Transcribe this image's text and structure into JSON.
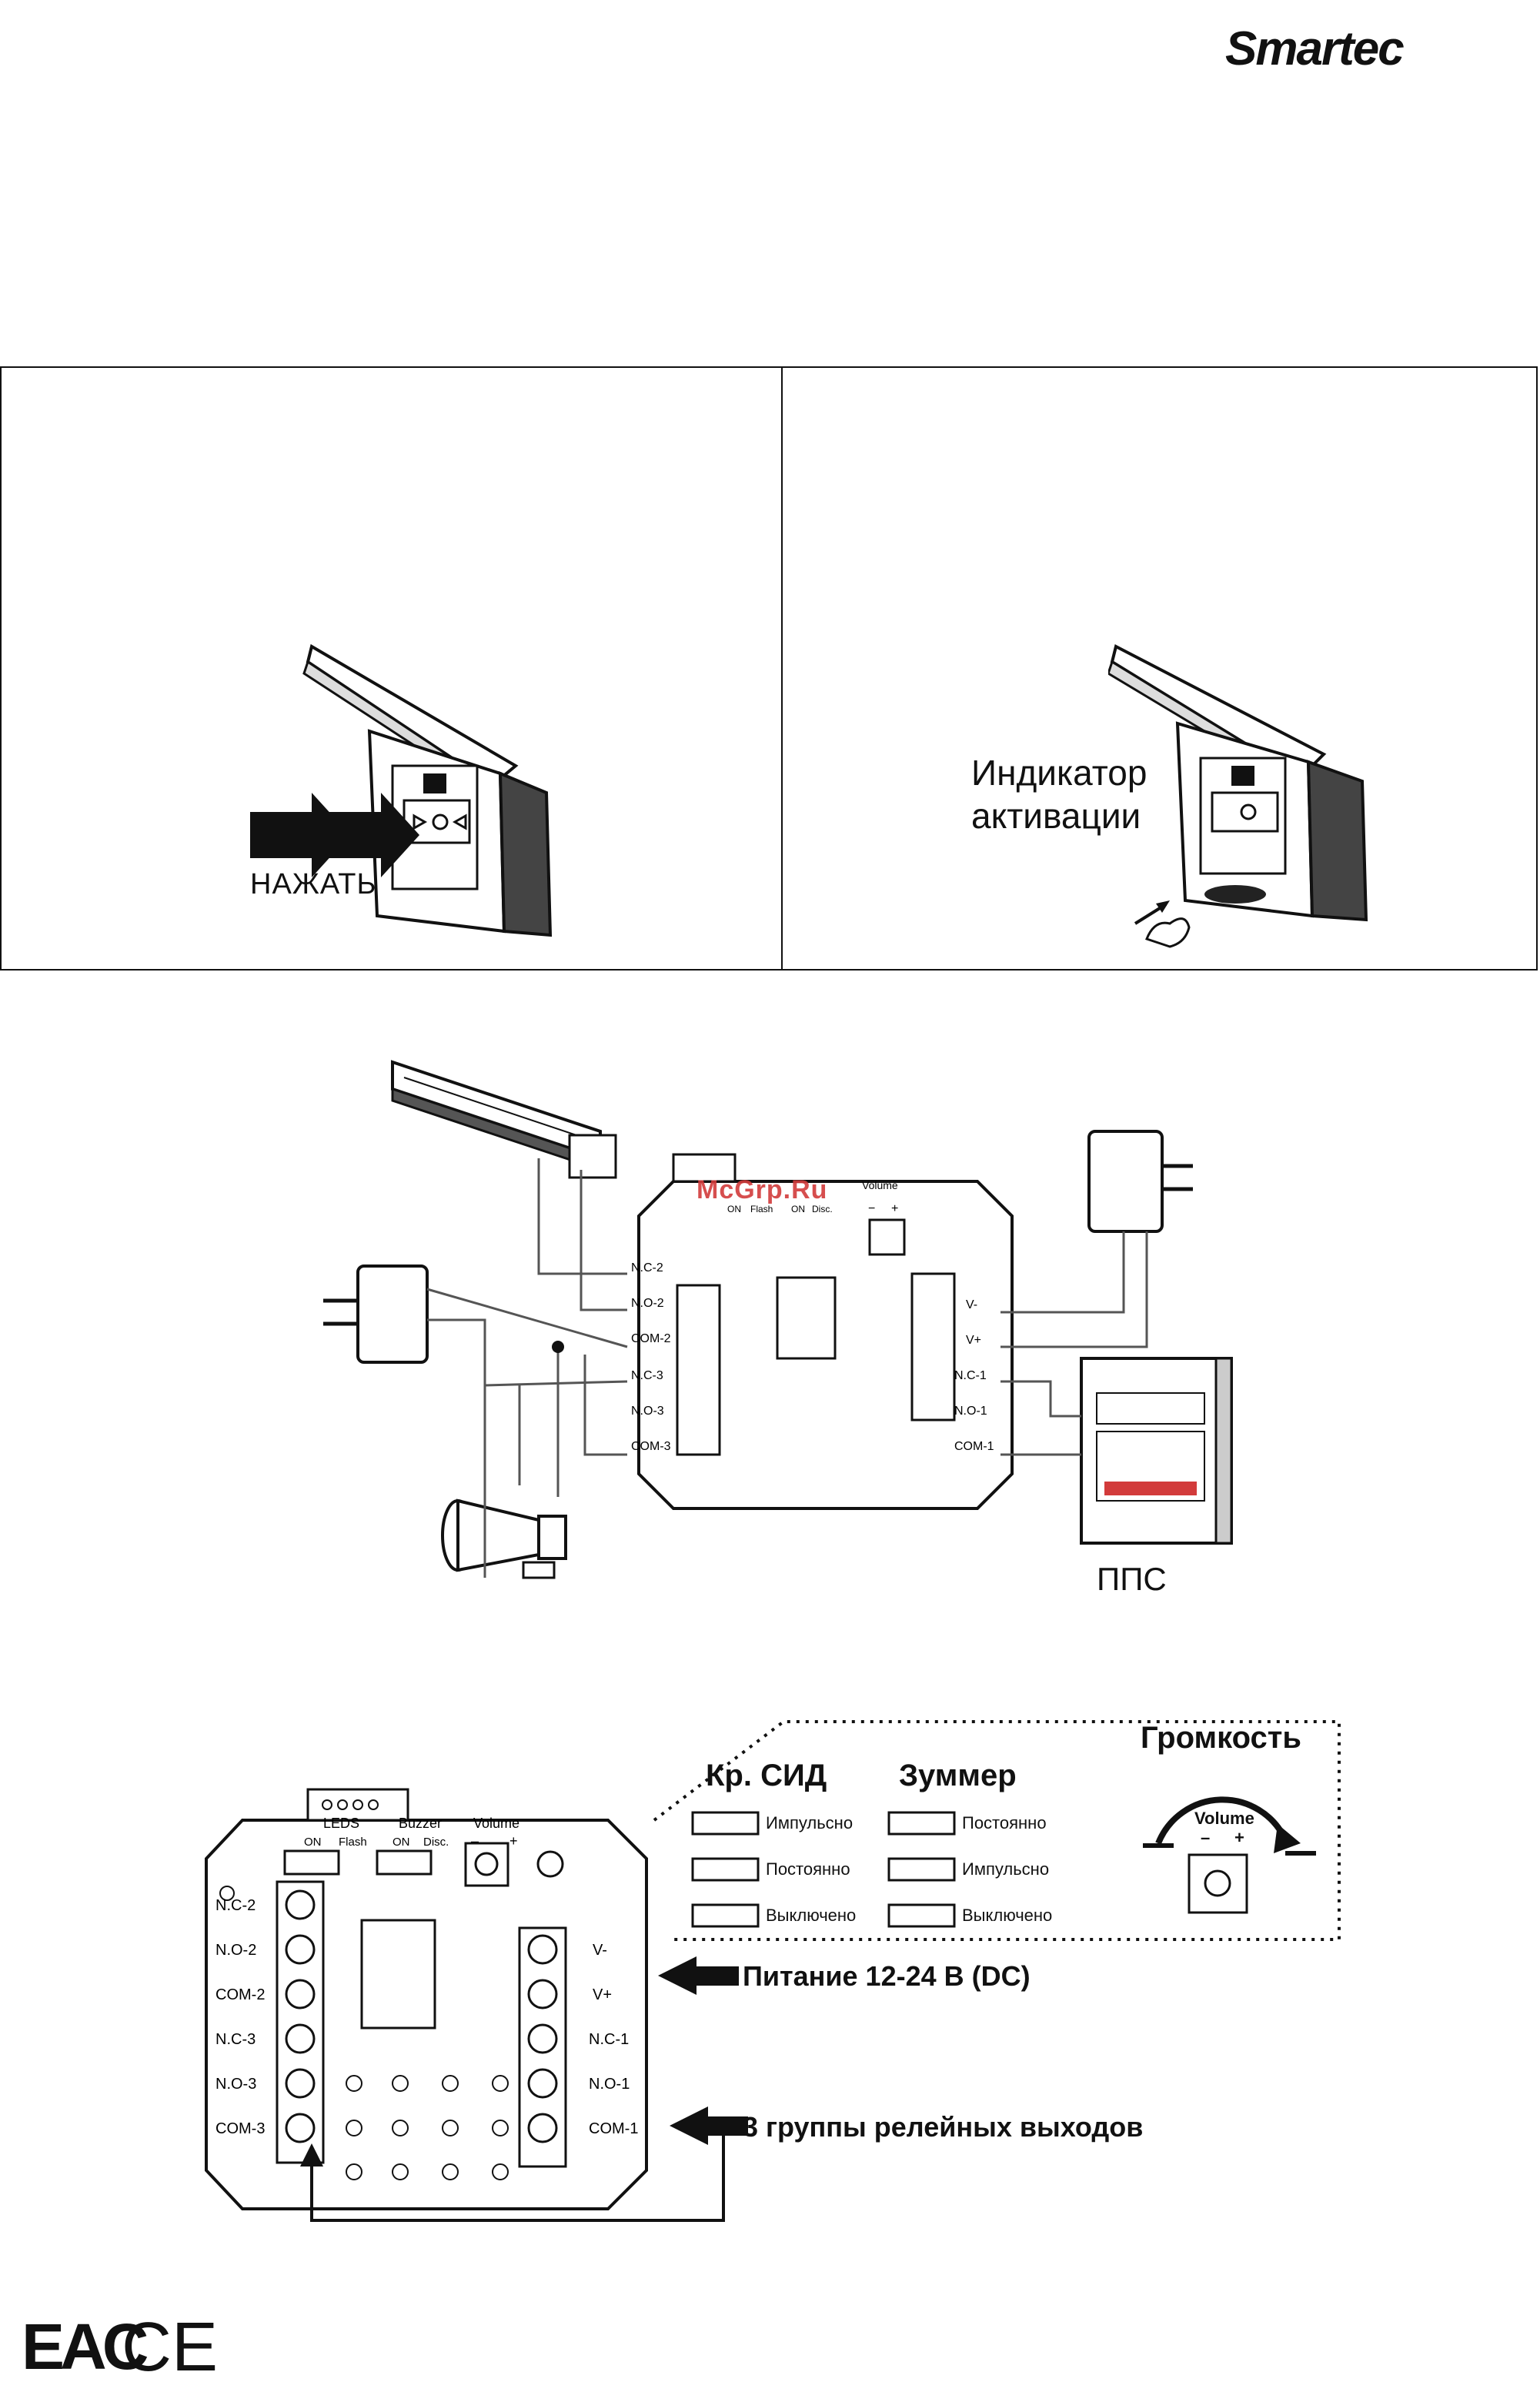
{
  "brand": {
    "logo_text": "Smartec"
  },
  "panels": {
    "left": {
      "press_label": "НАЖАТЬ"
    },
    "right": {
      "indicator_label_line1": "Индикатор",
      "indicator_label_line2": "активации"
    }
  },
  "wiring": {
    "watermark": "McGrp.Ru",
    "fire_panel_label": "ППС",
    "small_board_labels": {
      "left_terminals": [
        "N.C-2",
        "N.O-2",
        "COM-2",
        "N.C-3",
        "N.O-3",
        "COM-3"
      ],
      "right_terminals": [
        "V-",
        "V+",
        "N.C-1",
        "N.O-1",
        "COM-1"
      ],
      "top": [
        "ON",
        "Flash",
        "ON",
        "Disc.",
        "Volume",
        "−",
        "+"
      ]
    }
  },
  "board_detail": {
    "top_labels": {
      "leds": "LEDS",
      "buzzer": "Buzzer",
      "volume": "Volume",
      "on1": "ON",
      "flash": "Flash",
      "on2": "ON",
      "disc": "Disc.",
      "minus": "–",
      "plus": "+"
    },
    "left_terminals": [
      "N.C-2",
      "N.O-2",
      "COM-2",
      "N.C-3",
      "N.O-3",
      "COM-3"
    ],
    "right_terminals": [
      "V-",
      "V+",
      "N.C-1",
      "N.O-1",
      "COM-1"
    ],
    "legend": {
      "led_title": "Кр. СИД",
      "buzzer_title": "Зуммер",
      "volume_title": "Громкость",
      "led_items": [
        "Импульсно",
        "Постоянно",
        "Выключено"
      ],
      "buzzer_items": [
        "Постоянно",
        "Импульсно",
        "Выключено"
      ],
      "volume_knob_label": "Volume",
      "volume_minus": "–",
      "volume_plus": "+"
    },
    "callouts": {
      "power": "Питание 12-24 В (DC)",
      "relays": "3 группы релейных выходов"
    }
  },
  "marks": {
    "eac": "EAC",
    "ce": "CE"
  },
  "colors": {
    "ink": "#111111",
    "watermark": "#d23b3b"
  }
}
